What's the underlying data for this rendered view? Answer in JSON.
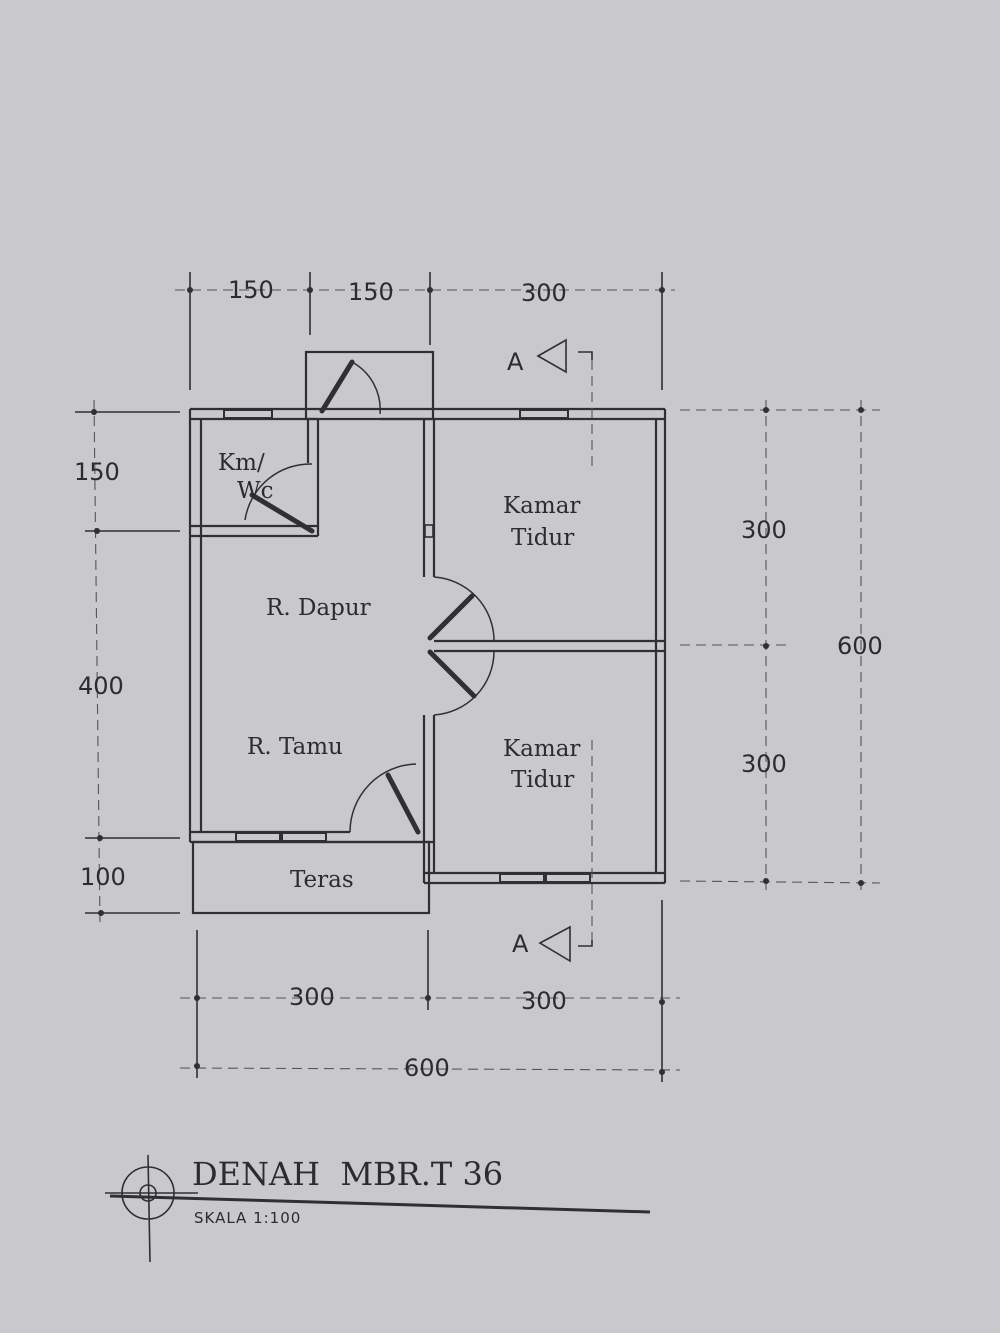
{
  "drawing": {
    "title": "DENAH  MBR.T 36",
    "scale": "SKALA 1:100"
  },
  "rooms": {
    "km_wc": [
      "Km/",
      "Wc"
    ],
    "kamar_tidur_1": [
      "Kamar",
      "Tidur"
    ],
    "dapur": "R. Dapur",
    "tamu": "R. Tamu",
    "kamar_tidur_2": [
      "Kamar",
      "Tidur"
    ],
    "teras": "Teras"
  },
  "dimensions": {
    "top": [
      "150",
      "150",
      "300"
    ],
    "bottom": [
      "300",
      "300"
    ],
    "bottom_total": "600",
    "left": [
      "150",
      "400",
      "100"
    ],
    "right_inner": [
      "300",
      "300"
    ],
    "right_total": "600"
  },
  "section_marker": {
    "label_top": "A",
    "label_bottom": "A"
  },
  "colors": {
    "paper": "#c9c8cc",
    "ink": "#2f2f34"
  }
}
